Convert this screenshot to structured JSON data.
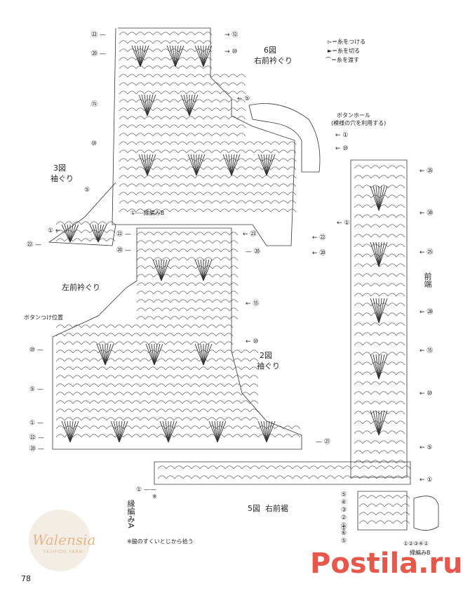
{
  "legend": {
    "join": "▻＝糸をつける",
    "cut": "►＝糸を切る",
    "carry": "⌒＝糸を渡す"
  },
  "figures": {
    "fig6_title": "6図",
    "fig6_sub": "右前衿ぐり",
    "fig3_title": "3図",
    "fig3_sub": "袖ぐり",
    "fig2_title": "2図",
    "fig2_sub": "袖ぐり",
    "fig5_title": "5図",
    "fig5_sub": "右前裾",
    "left_collar": "左前衿ぐり",
    "front_edge": "前端",
    "edging_b_top": "①----縁編みB",
    "edging_b_bottom": "縁編みB",
    "edging_a": "縁編みA",
    "button_hole": "ボタンホール",
    "button_hole_note": "(模様の穴を利用する)",
    "button_pos": "ボタンつけ位置",
    "footnote": "※脇のすくいとじから拾う",
    "star": "※",
    "bottom_rows": "①②③④①"
  },
  "row_labels": {
    "fig6_left": [
      "㉒",
      "⑳",
      "⑮",
      "⑩",
      "⑤"
    ],
    "fig6_right": [
      "⑫",
      "⑩",
      "⑤",
      "①",
      "⑩"
    ],
    "fig3_left": [
      "①",
      "㉒"
    ],
    "fig2_top_right": [
      "㉓",
      "⑳",
      "⑮",
      "⑩"
    ],
    "fig2_top_left": [
      "㉒",
      "⑳"
    ],
    "fig2_left": [
      "⑩",
      "⑤",
      "①",
      "㉒",
      "⑳"
    ],
    "fig2_mid_right": [
      "①",
      "㉒",
      "⑳"
    ],
    "fig2_right_bottom": [
      "㉑"
    ],
    "front_right": [
      "㉟",
      "㉚",
      "㉕",
      "⑳",
      "⑮",
      "⑩",
      "⑤",
      "①"
    ],
    "fig5_left": [
      "①"
    ],
    "fig5_rows": [
      "⑤",
      "④",
      "③",
      "②",
      "①",
      "⑥",
      "⑤",
      "①"
    ]
  },
  "page_number": "78",
  "watermark": {
    "name": "Walensia",
    "sub": "FASHION YARN"
  },
  "brand": "Postila.ru"
}
